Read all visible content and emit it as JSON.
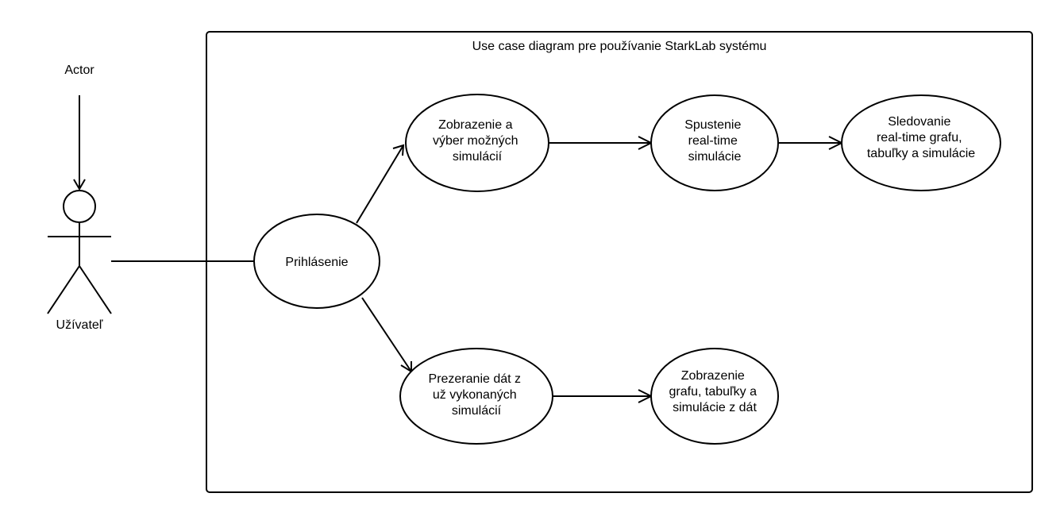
{
  "diagram": {
    "system_title": "Use case diagram pre používanie StarkLab systému",
    "actor_stereotype": "Actor",
    "actor_name": "Užívateľ",
    "use_cases": {
      "login": [
        "Prihlásenie"
      ],
      "browse_sims": [
        "Zobrazenie a",
        "výber možných",
        "simulácií"
      ],
      "start_sim": [
        "Spustenie",
        "real-time",
        "simulácie"
      ],
      "track_sim": [
        "Sledovanie",
        "real-time grafu,",
        "tabuľky a simulácie"
      ],
      "browse_data": [
        "Prezeranie dát z",
        "už vykonaných",
        "simulácií"
      ],
      "show_data": [
        "Zobrazenie",
        "grafu, tabuľky a",
        "simulácie z dát"
      ]
    },
    "colors": {
      "stroke": "#000000",
      "fill": "#ffffff"
    }
  }
}
